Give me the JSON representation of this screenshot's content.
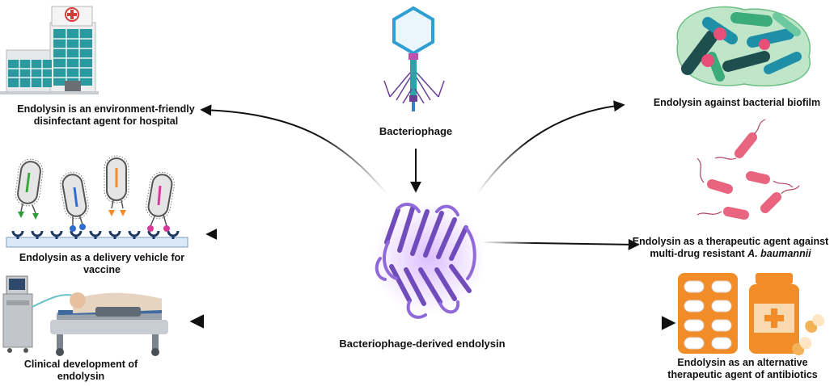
{
  "center": {
    "phage_label": "Bacteriophage",
    "protein_label": "Bacteriophage-derived endolysin"
  },
  "applications": {
    "hospital": {
      "line1": "Endolysin is an environment-friendly",
      "line2": "disinfectant agent for hospital",
      "icon": "hospital-building-icon"
    },
    "vaccine": {
      "line1": "Endolysin as a delivery vehicle for vaccine",
      "icon": "vaccine-delivery-icon"
    },
    "clinical": {
      "line1": "Clinical development of",
      "line2": "endolysin",
      "icon": "hospital-bed-icon"
    },
    "biofilm": {
      "line1": "Endolysin against bacterial biofilm",
      "icon": "biofilm-icon"
    },
    "baumannii": {
      "line1": "Endolysin as a therapeutic agent against",
      "line2_prefix": "multi-drug resistant ",
      "line2_italic": "A. baumannii",
      "icon": "bacteria-icon"
    },
    "antibiotics": {
      "line1": "Endolysin as an alternative",
      "line2": "therapeutic agent of antibiotics",
      "icon": "pills-icon"
    }
  },
  "colors": {
    "arrow": "#111111",
    "protein": "#7b57c9",
    "protein_glow": "#c9a6ff",
    "phage_head": "#2e9fd0",
    "phage_tail": "#7d4fae",
    "bacteria": "#e8647f",
    "pill_orange": "#f28c28",
    "biofilm_teal": "#1f8fa8",
    "biofilm_green": "#3cab7a",
    "hospital_teal": "#2a9aa0"
  }
}
